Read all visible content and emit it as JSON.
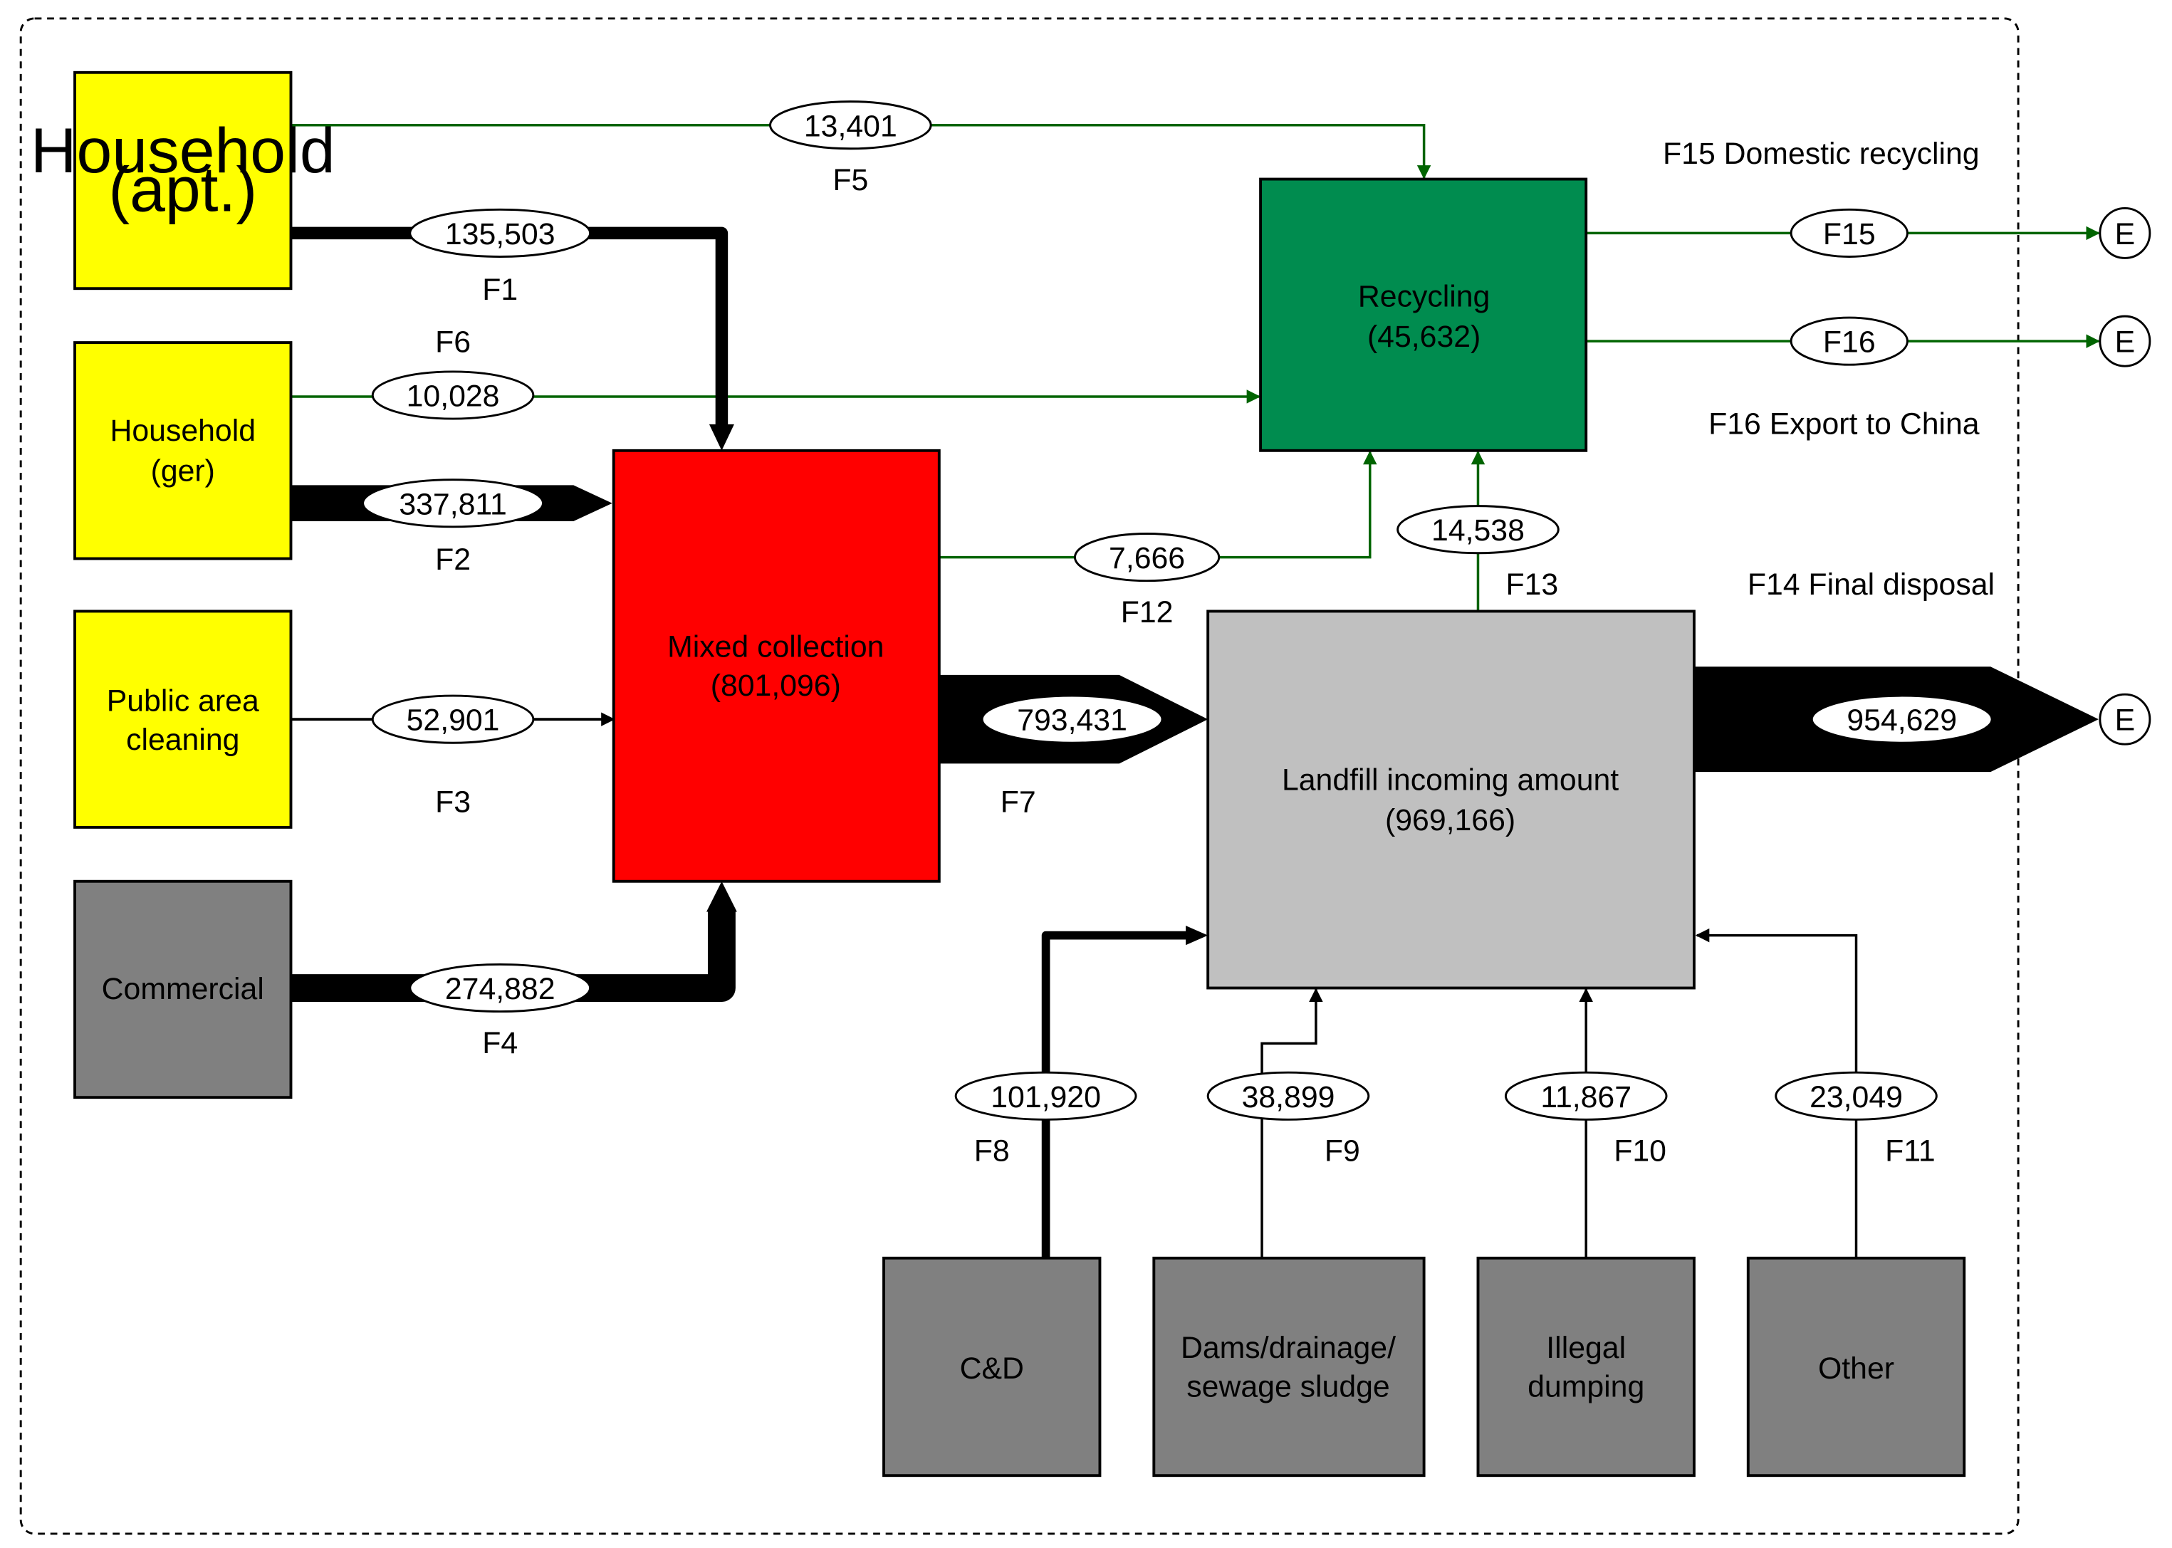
{
  "nodes": {
    "household_apt": {
      "lines": [
        "Household",
        "(apt.)"
      ],
      "fill": "#ffff00"
    },
    "household_ger": {
      "lines": [
        "Household",
        "(ger)"
      ],
      "fill": "#ffff00"
    },
    "public_area": {
      "lines": [
        "Public area",
        "cleaning"
      ],
      "fill": "#ffff00"
    },
    "commercial": {
      "lines": [
        "Commercial"
      ],
      "fill": "#808080"
    },
    "mixed_collection": {
      "lines": [
        "Mixed collection",
        "(801,096)"
      ],
      "fill": "#ff0000"
    },
    "recycling": {
      "lines": [
        "Recycling",
        "(45,632)"
      ],
      "fill": "#008c4f"
    },
    "landfill": {
      "lines": [
        "Landfill incoming amount",
        "(969,166)"
      ],
      "fill": "#c0c0c0"
    },
    "cd": {
      "lines": [
        "C&D"
      ],
      "fill": "#808080"
    },
    "dams": {
      "lines": [
        "Dams/drainage/",
        "sewage sludge"
      ],
      "fill": "#808080"
    },
    "illegal": {
      "lines": [
        "Illegal",
        "dumping"
      ],
      "fill": "#808080"
    },
    "other": {
      "lines": [
        "Other"
      ],
      "fill": "#808080"
    }
  },
  "flows": {
    "F1": {
      "id": "F1",
      "value": "135,503"
    },
    "F2": {
      "id": "F2",
      "value": "337,811"
    },
    "F3": {
      "id": "F3",
      "value": "52,901"
    },
    "F4": {
      "id": "F4",
      "value": "274,882"
    },
    "F5": {
      "id": "F5",
      "value": "13,401"
    },
    "F6": {
      "id": "F6",
      "value": "10,028"
    },
    "F7": {
      "id": "F7",
      "value": "793,431"
    },
    "F8": {
      "id": "F8",
      "value": "101,920"
    },
    "F9": {
      "id": "F9",
      "value": "38,899"
    },
    "F10": {
      "id": "F10",
      "value": "11,867"
    },
    "F11": {
      "id": "F11",
      "value": "23,049"
    },
    "F12": {
      "id": "F12",
      "value": "7,666"
    },
    "F13": {
      "id": "F13",
      "value": "14,538"
    },
    "F14": {
      "value": "954,629"
    },
    "F15": {
      "label": "F15"
    },
    "F16": {
      "label": "F16"
    }
  },
  "annotations": {
    "f15": "F15 Domestic recycling",
    "f16": "F16 Export to China",
    "f14": "F14 Final disposal"
  },
  "exit_label": "E",
  "colors": {
    "green_flow": "#006400",
    "black_flow": "#000000",
    "yellow": "#ffff00",
    "red": "#ff0000",
    "green": "#008c4f",
    "gray": "#808080",
    "light_gray": "#c0c0c0"
  }
}
